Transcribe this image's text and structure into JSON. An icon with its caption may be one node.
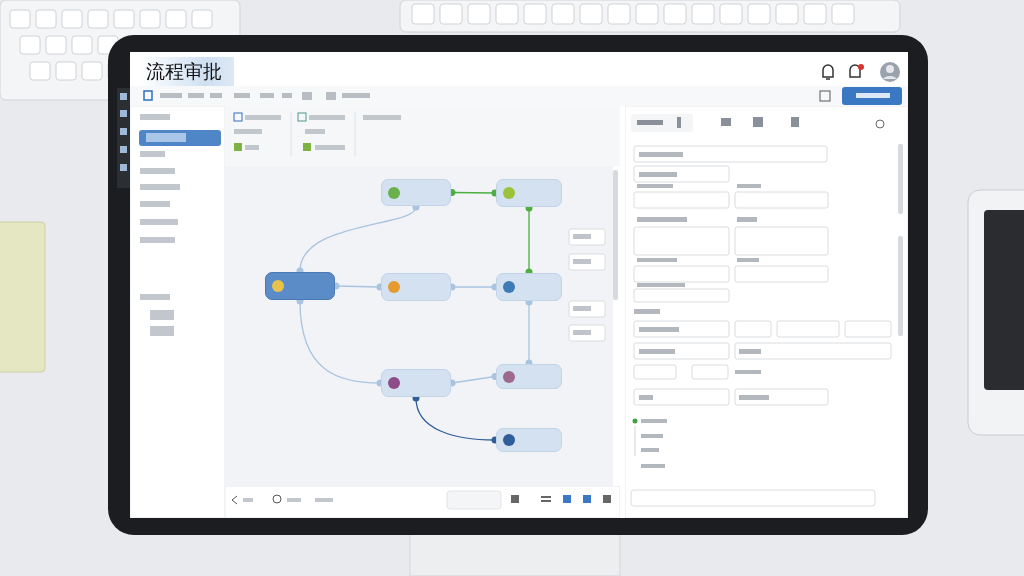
{
  "diagram": {
    "title": "流程审批",
    "nodes": [
      {
        "text": [],
        "shape": "box"
      },
      {
        "text": [],
        "shape": "box"
      },
      {
        "text": [],
        "shape": "box"
      },
      {
        "text": [],
        "shape": "box"
      },
      {
        "text": [],
        "shape": "box"
      },
      {
        "text": [],
        "shape": "box"
      },
      {
        "text": [],
        "shape": "box"
      },
      {
        "text": [],
        "shape": "box"
      }
    ],
    "edges": [
      {
        "from": 0,
        "to": 1,
        "arrow": "other"
      },
      {
        "from": 0,
        "to": 2,
        "arrow": "other"
      },
      {
        "from": 0,
        "to": 3,
        "arrow": "other"
      },
      {
        "from": 1,
        "to": 4,
        "arrow": "other",
        "color": "#4caf3f"
      },
      {
        "from": 4,
        "to": 5,
        "arrow": "other",
        "color": "#4caf3f"
      },
      {
        "from": 2,
        "to": 5,
        "arrow": "other"
      },
      {
        "from": 5,
        "to": 6,
        "arrow": "other"
      },
      {
        "from": 3,
        "to": 6,
        "arrow": "other"
      },
      {
        "from": 3,
        "to": 7,
        "arrow": "other",
        "color": "#2f5d9a"
      }
    ]
  }
}
